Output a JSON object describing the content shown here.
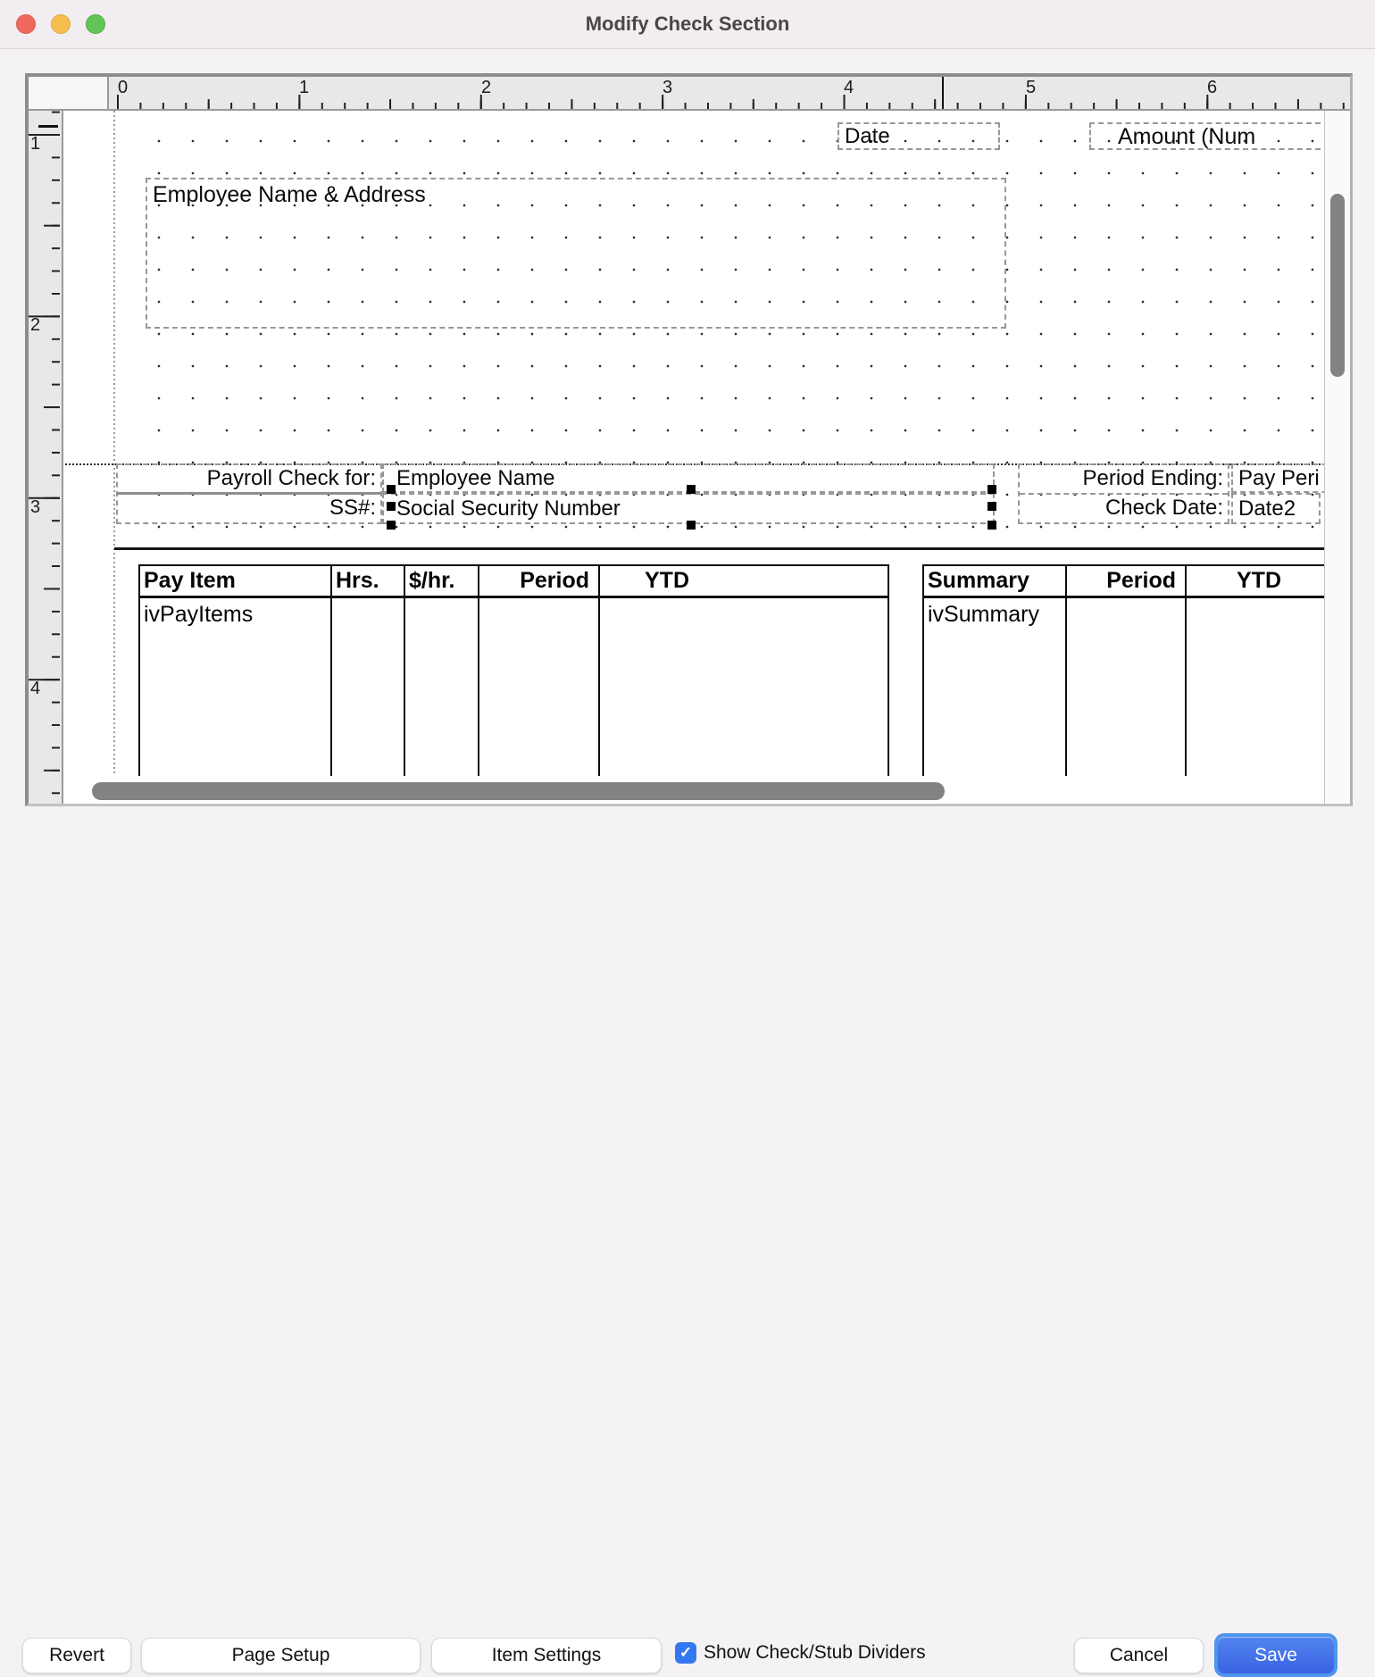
{
  "window": {
    "title": "Modify Check Section"
  },
  "rulers": {
    "horizontal_numbers": [
      "0",
      "1",
      "2",
      "3",
      "4",
      "5",
      "6"
    ],
    "vertical_numbers": [
      "1",
      "2",
      "3",
      "4"
    ]
  },
  "canvas": {
    "fields": {
      "date": "Date",
      "amount": "Amount (Num",
      "employee_name_address": "Employee Name & Address",
      "payroll_check_for": "Payroll Check for:",
      "employee_name": "Employee Name",
      "ss_label": "SS#:",
      "ssn_value": "Social Security Number",
      "period_ending": "Period Ending:",
      "pay_period": "Pay Peri",
      "check_date": "Check Date:",
      "date2": "Date2"
    },
    "pay_table": {
      "headers": [
        "Pay Item",
        "Hrs.",
        "$/hr.",
        "Period",
        "YTD"
      ],
      "row": "ivPayItems"
    },
    "summary_table": {
      "headers": [
        "Summary",
        "Period",
        "YTD"
      ],
      "row": "ivSummary"
    }
  },
  "footer": {
    "revert": "Revert",
    "page_setup": "Page Setup",
    "item_settings": "Item Settings",
    "checkbox_label": "Show Check/Stub Dividers",
    "checkbox_checked": true,
    "checkbox_glyph": "✓",
    "cancel": "Cancel",
    "save": "Save"
  },
  "colors": {
    "accent_blue": "#3b6ee6",
    "focus_ring": "#4e95ee",
    "checkbox_blue": "#3478f0",
    "traffic_red": "#ee6a5f",
    "traffic_yellow": "#f5bd4f",
    "traffic_green": "#61c455"
  }
}
